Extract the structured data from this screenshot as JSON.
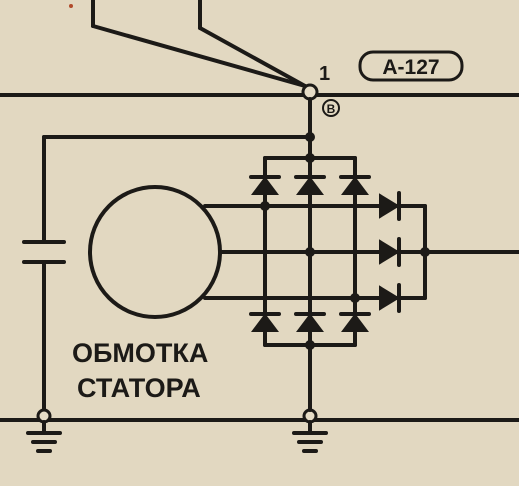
{
  "terminal": {
    "number": "1",
    "sub": "B"
  },
  "ref_badge": "A-127",
  "winding_label": {
    "line1": "ОБМОТКА",
    "line2": "СТАТОРА"
  },
  "colors": {
    "ink": "#1c1a17",
    "paper": "#e6dcc6"
  }
}
